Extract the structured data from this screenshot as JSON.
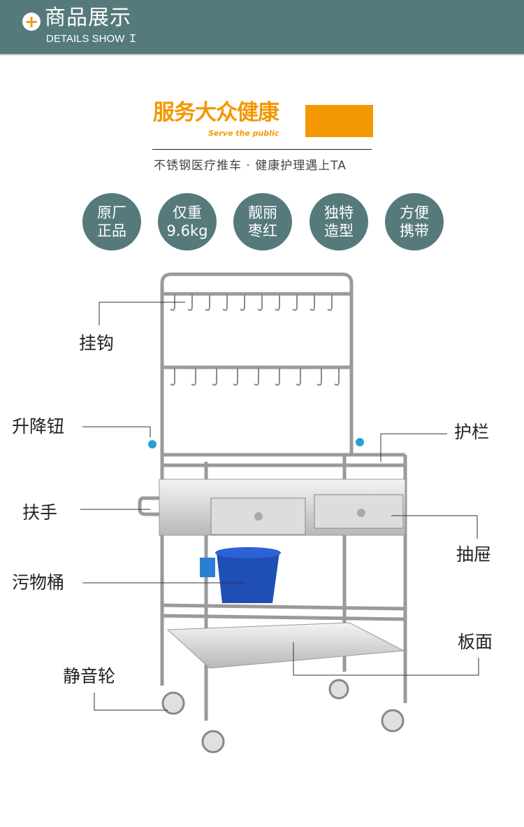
{
  "header": {
    "title": "商品展示",
    "subtitle": "DETAILS SHOW Ｉ",
    "icon": "plus-icon"
  },
  "slogan": {
    "cn": "服务大众健康",
    "en": "Serve the public"
  },
  "tagline": "不锈钢医疗推车 · 健康护理遇上TA",
  "badges": [
    {
      "l1": "原厂",
      "l2": "正品"
    },
    {
      "l1": "仅重",
      "l2": "9.6kg"
    },
    {
      "l1": "靓丽",
      "l2": "枣红"
    },
    {
      "l1": "独特",
      "l2": "造型"
    },
    {
      "l1": "方便",
      "l2": "携带"
    }
  ],
  "labels": {
    "hook": "挂钩",
    "lift": "升降钮",
    "handle": "扶手",
    "bucket": "污物桶",
    "wheel": "静音轮",
    "rail": "护栏",
    "drawer": "抽屉",
    "panel": "板面"
  },
  "colors": {
    "header": "#567a7c",
    "accent": "#f39800",
    "bucket": "#1f4fb5"
  }
}
